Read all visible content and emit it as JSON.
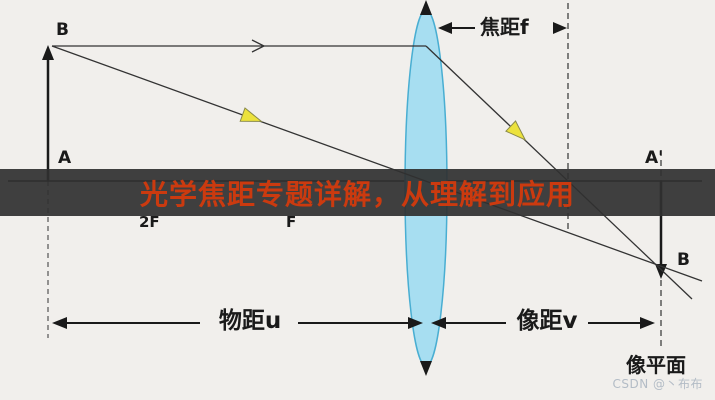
{
  "banner": {
    "title": "光学焦距专题详解，从理解到应用",
    "text_color": "#cb3a0f",
    "bg_color": "#303030"
  },
  "diagram": {
    "labels": {
      "object_top": "B",
      "object_bottom": "A",
      "two_f_tick": "2F",
      "f_tick": "F",
      "focal_length": "焦距f",
      "image_top": "A'",
      "image_bottom": "B",
      "object_distance": "物距u",
      "image_distance": "像距v",
      "image_plane": "像平面"
    },
    "colors": {
      "lens_fill": "#a7def1",
      "lens_stroke": "#49aed2",
      "line": "#222222",
      "ray_arrow_yellow": "#ece23c",
      "background": "#f1efec"
    }
  },
  "watermark": "CSDN @丶布布"
}
